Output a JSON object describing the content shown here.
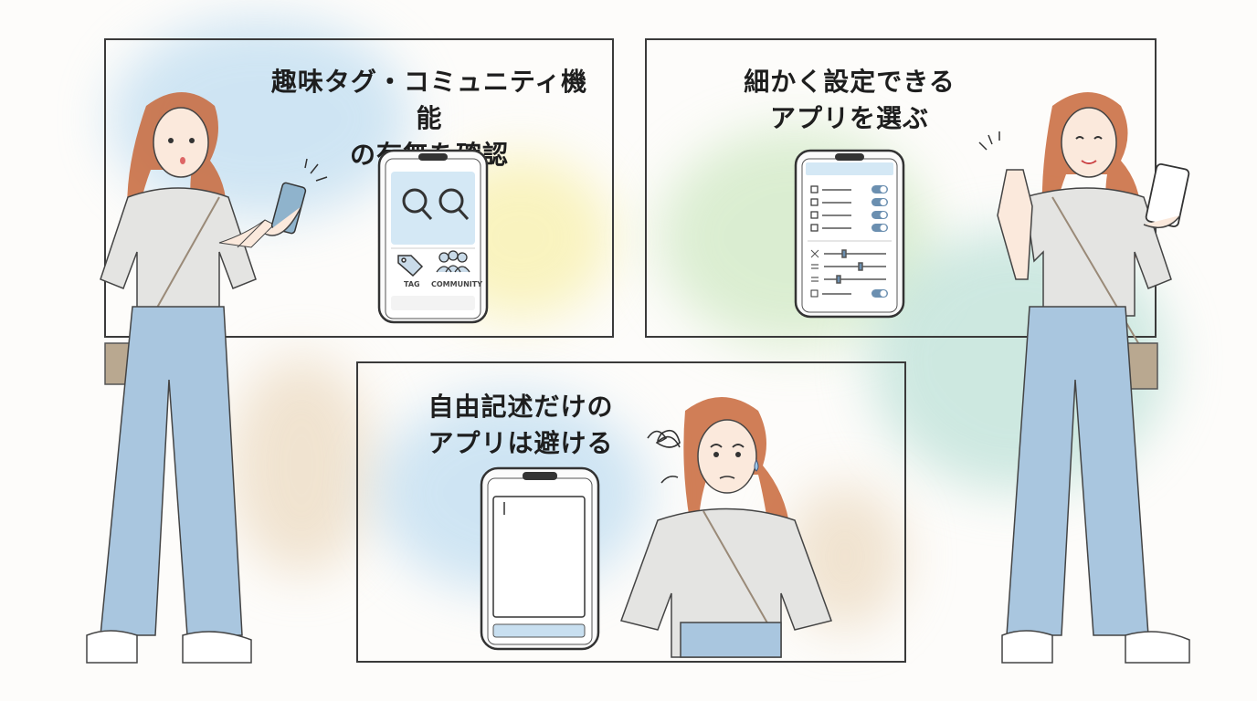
{
  "panels": {
    "top_left": {
      "caption_line1": "趣味タグ・コミュニティ機能",
      "caption_line2": "の有無を確認",
      "phone": {
        "tag_label": "TAG",
        "community_label": "COMMUNITY"
      }
    },
    "top_right": {
      "caption_line1": "細かく設定できる",
      "caption_line2": "アプリを選ぶ"
    },
    "bottom": {
      "caption_line1": "自由記述だけの",
      "caption_line2": "アプリは避ける"
    }
  },
  "colors": {
    "hair": "#c8673a",
    "jeans": "#a9c6df",
    "shirt": "#e4e4e2",
    "wash_blue": "#a9d2ee",
    "wash_yellow": "#f6ec8f",
    "wash_green": "#bfe2b0",
    "wash_teal": "#a6d8cc",
    "wash_tan": "#e6cfae"
  },
  "icons": [
    "magnifier-icon",
    "tag-icon",
    "community-icon",
    "checkbox-icon",
    "toggle-icon",
    "slider-icon",
    "sparkle-icon",
    "scribble-icon",
    "sweat-drop-icon"
  ]
}
